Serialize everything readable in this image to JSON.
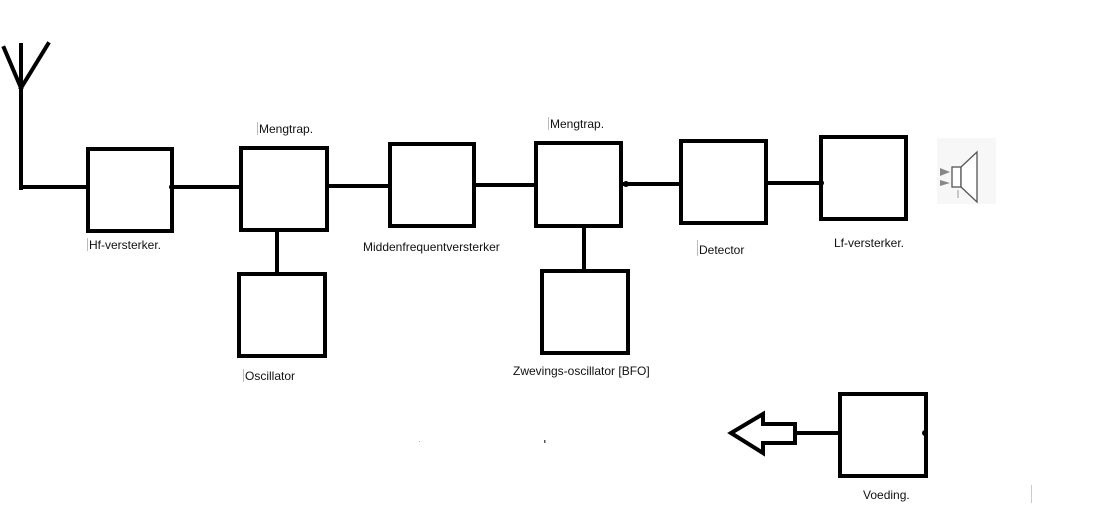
{
  "labels": {
    "hf_amp": "Hf-versterker.",
    "mixer1": "Mengtrap.",
    "oscillator": "Oscillator",
    "if_amp": "Middenfrequentversterker",
    "mixer2": "Mengtrap.",
    "bfo": "Zwevings-oscillator [BFO]",
    "detector": "Detector",
    "lf_amp": "Lf-versterker.",
    "power_supply": "Voeding."
  },
  "icons": {
    "antenna": "antenna-icon",
    "speaker": "speaker-icon",
    "power_arrow": "arrow-left-icon"
  }
}
